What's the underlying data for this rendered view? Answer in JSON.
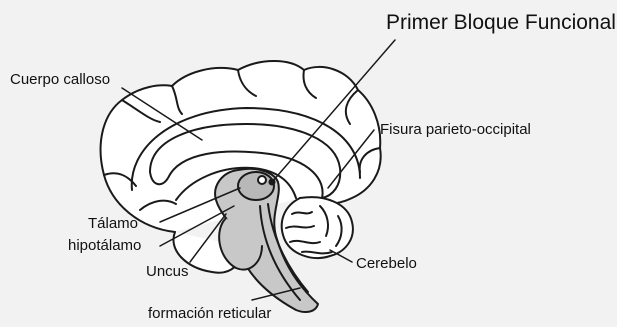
{
  "title": "Primer Bloque Funcional",
  "labels": {
    "corpus_callosum": "Cuerpo calloso",
    "parieto_occipital": "Fisura parieto-occipital",
    "thalamus": "Tálamo",
    "hypothalamus": "hipotálamo",
    "uncus": "Uncus",
    "cerebellum": "Cerebelo",
    "reticular": "formación reticular"
  },
  "colors": {
    "background": "#f2f2f2",
    "brain_fill": "#ffffff",
    "brainstem_fill": "#c8c8c8",
    "outline": "#1a1a1a"
  }
}
